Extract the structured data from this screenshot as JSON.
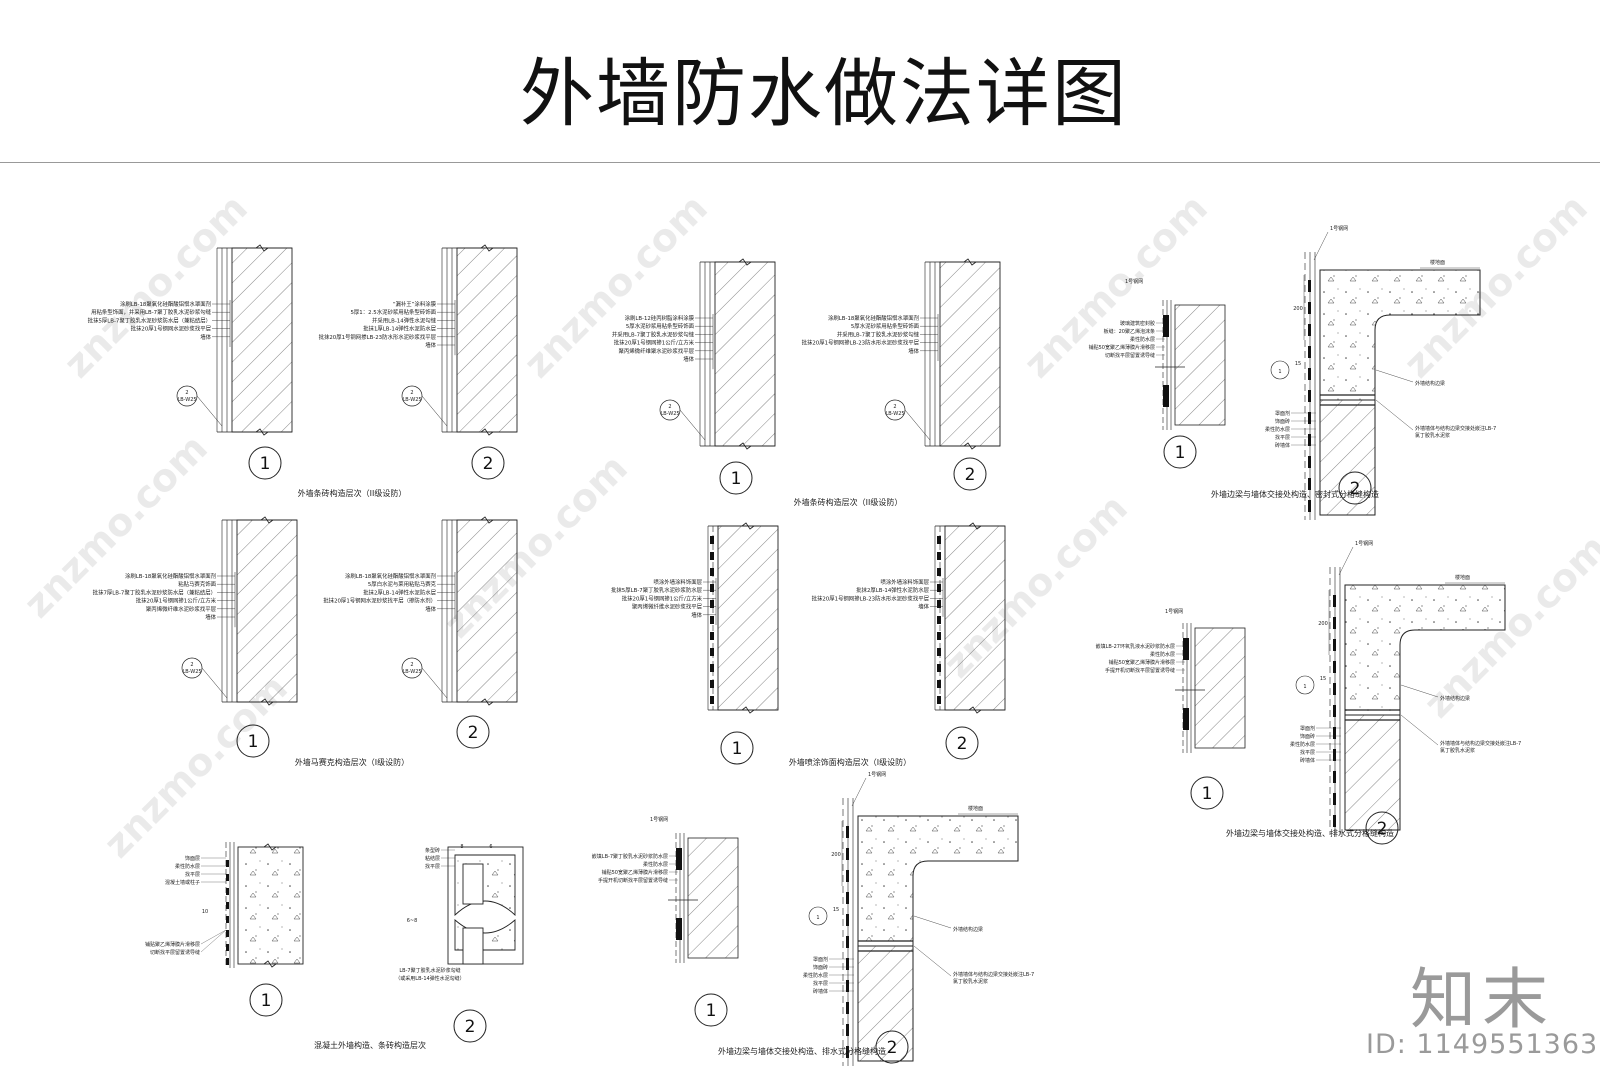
{
  "title": "外墙防水做法详图",
  "brand": "知末",
  "image_id": "ID: 1149551363",
  "watermark": "znzmo.com",
  "panel_a": {
    "caption": "外墙条砖构造层次（II级设防）",
    "d1_callouts": [
      "涂刷LB-18聚氧化硅酯酸铝憎水罩面剂",
      "用粘条型饰面，并采用LB-7聚丁胶乳水泥砂浆勾缝",
      "批抹5厚LB-7聚丁胶乳水泥砂浆防水层（兼粘结层）",
      "批抹20厚1号钢网水泥砂浆找平层",
      "墙体"
    ],
    "d2_callouts": [
      "“漏补王”涂料涂膜",
      "5厚1：2.5水泥砂浆用粘条型砖饰面",
      "并采用LB-14弹性水泥勾缝",
      "批抹1厚LB-14弹性水泥防水层",
      "批抹20厚1号钢网掺LB-23防水形水泥砂浆找平层",
      "墙体"
    ],
    "tag": "2 LB-W25",
    "n1": "1",
    "n2": "2"
  },
  "panel_b": {
    "caption": "外墙条砖构造层次（II级设防）",
    "d1_callouts": [
      "涂刷LB-12硅丙树脂涂料涂膜",
      "5厚水泥砂浆用粘条型砖饰面",
      "并采用LB-7聚丁胶乳水泥砂浆勾缝",
      "批抹20厚1号钢网掺1公斤/立方米",
      "聚丙烯微纤维聚水泥砂浆找平层",
      "墙体"
    ],
    "d2_callouts": [
      "涂刷LB-18聚氧化硅酯酸铝憎水罩面剂",
      "5厚水泥砂浆用粘条型砖饰面",
      "并采用LB-7聚丁胶乳水泥砂浆勾缝",
      "批抹20厚1号钢网掺LB-23防水形水泥砂浆找平层",
      "墙体"
    ],
    "tag": "2 LB-W25",
    "n1": "1",
    "n2": "2"
  },
  "panel_c": {
    "caption": "外墙边梁与墙体交接处构造、密封式分格缝构造",
    "d1_labels": [
      "1号钢网",
      "玻璃建筑密封胶",
      "板缝：20聚乙烯泡沫条",
      "柔性防水层",
      "铺贴50宽聚乙烯薄膜片滑移层",
      "切断找平层留置诱导缝"
    ],
    "d2_labels": [
      "1号钢网",
      "楼地面",
      "外墙结构边梁",
      "罩面剂",
      "饰面砖",
      "柔性防水层",
      "找平层",
      "砖墙体",
      "外墙墙体与结构边梁交接处嵌注LB-7",
      "氯丁胶乳水泥浆"
    ],
    "dim1": "200",
    "dim2": "15",
    "n1": "1",
    "n2": "2"
  },
  "panel_d": {
    "caption": "外墙马赛克构造层次（I级设防）",
    "d1_callouts": [
      "涂刷LB-18聚氧化硅酯酸铝憎水罩面剂",
      "粘贴马赛克饰面",
      "批抹7厚LB-7聚丁胶乳水泥砂浆防水层（兼粘结层）",
      "批抹20厚1号钢网掺1公斤/立方米",
      "聚丙烯微纤维水泥砂浆找平层",
      "墙体"
    ],
    "d2_callouts": [
      "涂刷LB-18聚氧化硅酯酸铝憎水罩面剂",
      "5厚白水泥与莱用粘贴马赛克",
      "批抹2厚LB-14弹性水泥防水层",
      "批抹20厚1号钢网水泥砂浆找平层（掺防水剂）",
      "墙体"
    ],
    "tag": "2 LB-W25",
    "n1": "1",
    "n2": "2"
  },
  "panel_e": {
    "caption": "外墙喷涂饰面构造层次（I级设防）",
    "d1_callouts": [
      "喷涂外墙涂料饰面层",
      "批抹5厚LB-7聚丁胶乳水泥砂浆防水层",
      "批抹20厚1号钢网掺1公斤/立方米",
      "聚丙烯微纤维水泥砂浆找平层",
      "墙体"
    ],
    "d2_callouts": [
      "喷涂外墙涂料饰面层",
      "批抹2厚LB-14弹性水泥防水层",
      "批抹20厚1号钢网掺LB-23防水形水泥砂浆找平层",
      "墙体"
    ],
    "n1": "1",
    "n2": "2"
  },
  "panel_f": {
    "caption": "外墙边梁与墙体交接处构造、排水式分格缝构造",
    "d1_labels": [
      "1号钢网",
      "嵌填LB-27环氧乳液水泥砂浆防水层",
      "柔性防水层",
      "铺贴50宽聚乙烯薄膜片滑移层",
      "手提开机切断找平层留置诱导缝"
    ],
    "d2_labels": [
      "1号钢网",
      "楼地面",
      "外墙结构边梁",
      "罩面剂",
      "饰面砖",
      "柔性防水层",
      "找平层",
      "砖墙体",
      "外墙墙体与结构边梁交接处嵌注LB-7",
      "氯丁胶乳水泥浆"
    ],
    "dim1": "200",
    "dim2": "15",
    "n1": "1",
    "n2": "2"
  },
  "panel_g": {
    "caption": "混凝土外墙构造、条砖构造层次",
    "d1_labels": [
      "饰面层",
      "柔性防水层",
      "找平层",
      "混凝土墙或柱子",
      "铺贴聚乙烯薄膜片滑移层",
      "切断找平层留置诱导缝"
    ],
    "d2_labels": [
      "条型砖",
      "粘结层",
      "找平层",
      "LB-7聚丁胶乳水泥砂浆勾缝",
      "（或采用LB-14弹性水泥勾缝）"
    ],
    "dim_a": "8",
    "dim_b": "6",
    "dim_c": "6~8",
    "dim_d": "10",
    "n1": "1",
    "n2": "2"
  },
  "panel_h": {
    "caption": "外墙边梁与墙体交接处构造、排水式分格缝构造",
    "d1_labels": [
      "1号钢网",
      "嵌填LB-7聚丁胶乳水泥砂浆防水层",
      "柔性防水层",
      "铺贴50宽聚乙烯薄膜片滑移层",
      "手提开机切断找平层留置诱导缝"
    ],
    "d2_labels": [
      "1号钢网",
      "楼地面",
      "外墙结构边梁",
      "罩面剂",
      "饰面砖",
      "柔性防水层",
      "找平层",
      "砖墙体",
      "外墙墙体与结构边梁交接处嵌注LB-7",
      "氯丁胶乳水泥浆"
    ],
    "dim1": "200",
    "dim2": "15",
    "n1": "1",
    "n2": "2"
  }
}
